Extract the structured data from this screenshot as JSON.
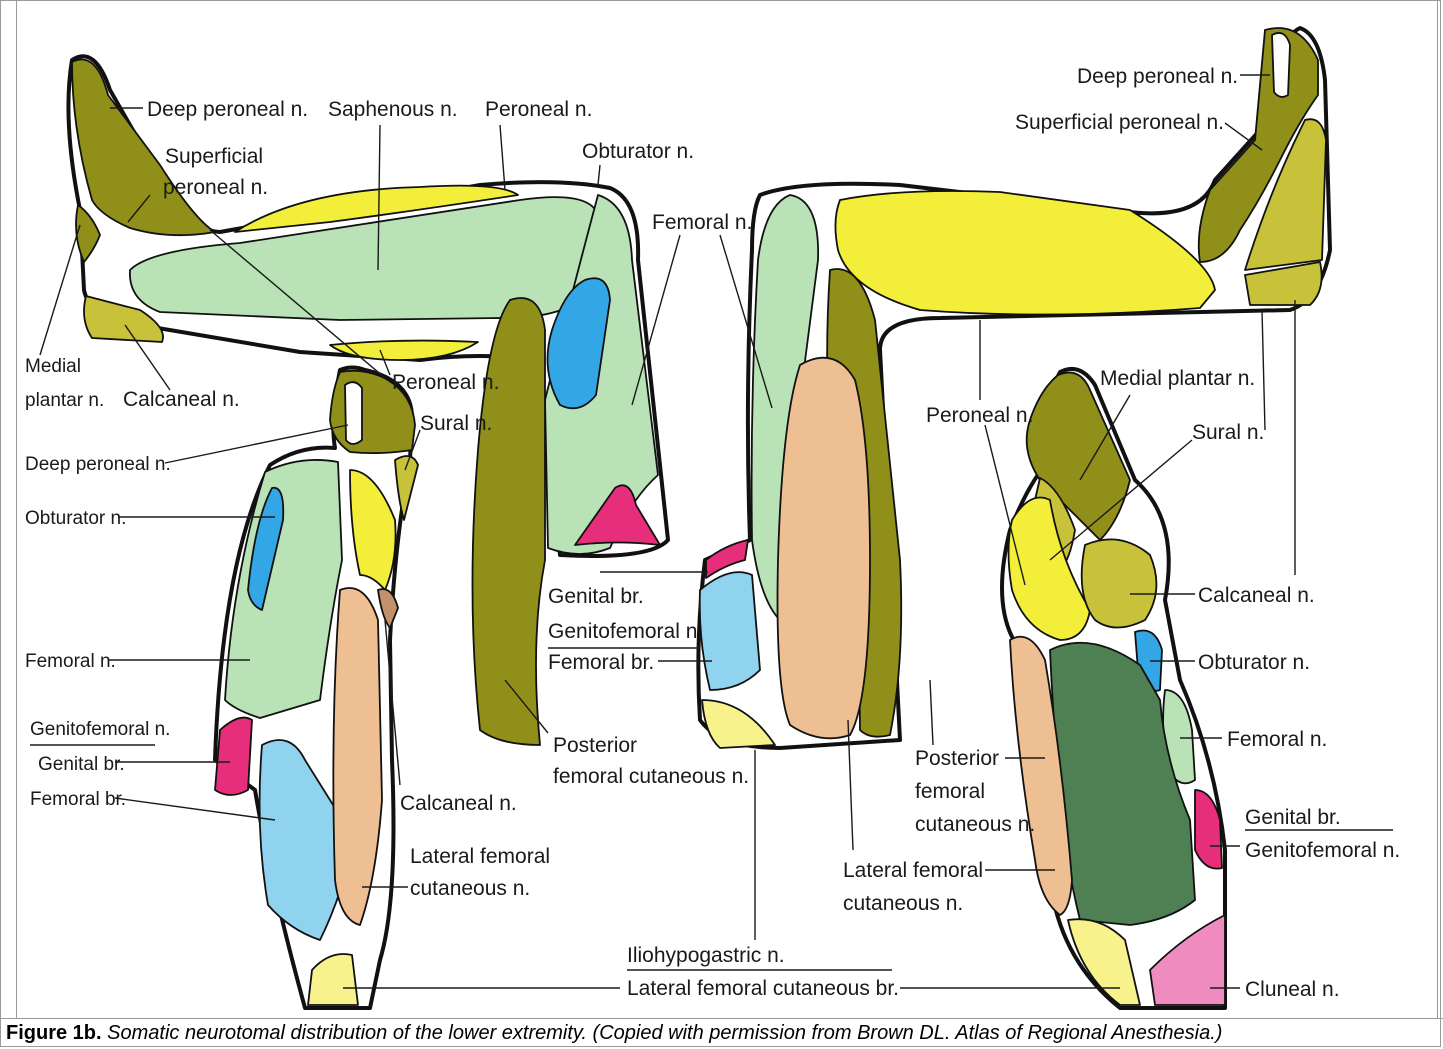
{
  "colors": {
    "olive": "#8f8f1a",
    "light_green": "#b9e3b6",
    "yellow": "#f2ee3a",
    "blue": "#33a6e6",
    "light_blue": "#8fd3ef",
    "magenta": "#e62e7a",
    "peach": "#eebf93",
    "dark_green": "#4e8054",
    "pink": "#ef8bbf",
    "pale_yellow": "#f7f28c"
  },
  "labels": {
    "deep_peroneal_tl": "Deep peroneal n.",
    "saphenous": "Saphenous n.",
    "peroneal_top": "Peroneal n.",
    "superficial_1": "Superficial",
    "superficial_2": "peroneal n.",
    "obturator_top": "Obturator n.",
    "femoral_top": "Femoral n.",
    "medial_plantar_l1": "Medial",
    "medial_plantar_l2": "plantar n.",
    "calcaneal_l": "Calcaneal n.",
    "peroneal_mid": "Peroneal n.",
    "sural_l": "Sural n.",
    "deep_peroneal_l": "Deep peroneal n.",
    "obturator_l": "Obturator n.",
    "femoral_l": "Femoral n.",
    "genitofemoral_l": "Genitofemoral n.",
    "genital_br_l": "Genital br.",
    "femoral_br_l": "Femoral br.",
    "calcaneal_bl": "Calcaneal n.",
    "lateral_fem_l1": "Lateral femoral",
    "lateral_fem_l2": "cutaneous n.",
    "genital_br_c": "Genital br.",
    "genitofemoral_c": "Genitofemoral n.",
    "femoral_br_c": "Femoral br.",
    "posterior_c1": "Posterior",
    "posterior_c2": "femoral cutaneous n.",
    "iliohypogastric": "Iliohypogastric n.",
    "lateral_fem_cut_br": "Lateral femoral cutaneous br.",
    "deep_peroneal_tr": "Deep peroneal n.",
    "superficial_peroneal_r": "Superficial peroneal n.",
    "peroneal_r": "Peroneal n.",
    "medial_plantar_r": "Medial plantar n.",
    "sural_r": "Sural n.",
    "calcaneal_r": "Calcaneal n.",
    "obturator_r": "Obturator n.",
    "femoral_r": "Femoral n.",
    "posterior_r1": "Posterior",
    "posterior_r2": "femoral",
    "posterior_r3": "cutaneous n.",
    "lateral_fem_r1": "Lateral femoral",
    "lateral_fem_r2": "cutaneous n.",
    "genital_br_r": "Genital br.",
    "genitofemoral_r": "Genitofemoral n.",
    "cluneal_r": "Cluneal n."
  },
  "caption": {
    "label": "Figure 1b.",
    "text": "Somatic neurotomal distribution of the lower extremity. (Copied with permission from Brown DL. Atlas of Regional Anesthesia.)"
  }
}
